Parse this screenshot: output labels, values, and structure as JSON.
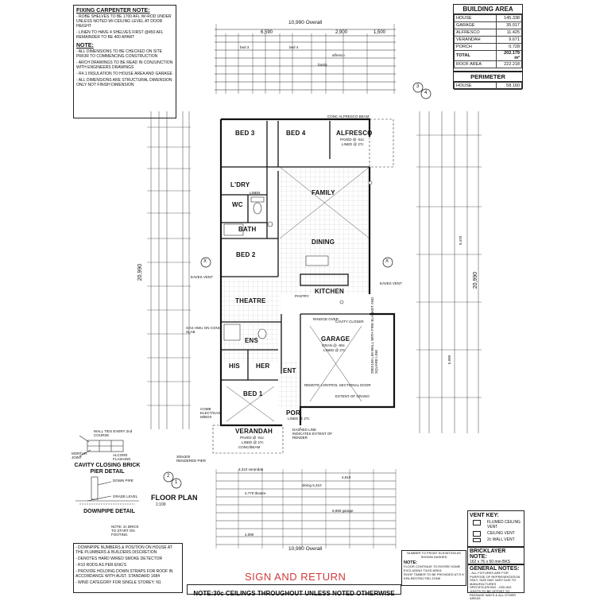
{
  "carpenter": {
    "title": "FIXING CARPENTER NOTE:",
    "items": [
      "- ROBE SHELVES TO BE 1700 AFL W/-ROD UNDER UNLESS NOTED W/-CEILING LEVEL AT DOOR HEIGHT",
      "- LINEN TO HAVE 4 SHELVES FIRST @450 AFL REMAINDER TO BE 400 APART"
    ]
  },
  "notes": {
    "title": "NOTE:",
    "items": [
      "- ALL DIMENSIONS TO BE CHECKED ON SITE PRIOR TO COMMENCING CONSTRUCTION",
      "- ARCH DRAWINGS TO BE READ IN CONJUNCTION WITH ENGINEERS DRAWINGS",
      "- R4.1 INSULATION TO HOUSE AREA AND GARAGE",
      "- ALL DIMENSIONS ARE STRUCTURAL DIMENSION ONLY NOT FINISH DIMENSION"
    ]
  },
  "building_area": {
    "title": "BUILDING AREA",
    "rows": [
      {
        "label": "HOUSE",
        "value": "145.338"
      },
      {
        "label": "GARAGE",
        "value": "35.017"
      },
      {
        "label": "ALFRESCO",
        "value": "11.425"
      },
      {
        "label": "VERANDAH",
        "value": "9.671"
      },
      {
        "label": "PORCH",
        "value": "0.728"
      },
      {
        "label": "TOTAL",
        "value": "202.179 m²"
      },
      {
        "label": "ROOF AREA",
        "value": "222.218"
      }
    ]
  },
  "perimeter": {
    "title": "PERIMETER",
    "label": "HOUSE",
    "value": "58.160"
  },
  "rooms": {
    "bed3": "BED 3",
    "bed4": "BED 4",
    "alfresco": "ALFRESCO",
    "ldry": "L'DRY",
    "wc": "WC",
    "bath": "BATH",
    "family": "FAMILY",
    "bed2": "BED 2",
    "dining": "DINING",
    "kitchen": "KITCHEN",
    "theatre": "THEATRE",
    "ens": "ENS",
    "his": "HIS",
    "her": "HER",
    "garage": "GARAGE",
    "ent": "ENT",
    "bed1": "BED 1",
    "por": "POR",
    "verandah": "VERANDAH"
  },
  "annotations": {
    "alfresco_paved": "PAVED @ -51c",
    "alfresco_lined": "LINED @ 27c",
    "conc_beam_top": "CONC ALFRESCO BEAM",
    "garage_gran": "GRAN @ -90c",
    "garage_lined": "LINED @ 27c",
    "verandah_paved": "PAVED @ -51c",
    "verandah_lined": "LINED @ 27c",
    "verandah_beam": "CONC/BEAM",
    "por_lined": "LINED @ 27c",
    "gas_hwu": "GAS HWU ON CONC SLAB",
    "remote_door": "REMOTE CONTROL SECTIONAL DOOR",
    "extent_grano": "EXTENT OF GRANO",
    "cavity_closer": "CAVITY CLOSER",
    "eaves_vent": "EAVES VENT",
    "linen": "LINEN",
    "pantry": "PANTRY",
    "rinood": "RINOOD OVER",
    "comb_elec": "COMB ELECT/GAS M/BOX",
    "dashed_line": "DASHED LINE INDICATES EXTENT OF RENDER",
    "rendered_pier": "300x300 RENDERED PIER",
    "retaining": "280X100 LIM WALL WITH FIRE BLANKET AND SQUARE LINE"
  },
  "dims": {
    "overall_top": "10,990",
    "overall_label": "Overall",
    "overall_left": "20,990",
    "overall_bottom": "10,990",
    "top_6590": "6,590",
    "top_2900": "2,900",
    "top_1500": "1,500",
    "bed3": "bed 3",
    "bed4": "bed 4",
    "alfresco_dim": "alfresco",
    "family_dim": "family",
    "dining_dim": "dining 5,310",
    "garage_dim": "5,990 garage",
    "bottom_4810": "4,810",
    "bottom_4090": "4,090",
    "bottom_4770": "4,770 theatre",
    "bottom_3310": "3,310 verandah",
    "right_5990": "5,990",
    "right_9470": "9,470",
    "right_20990": "20,990"
  },
  "labels": {
    "floor_plan": "FLOOR PLAN",
    "scale": "1:100",
    "cavity_title": "CAVITY CLOSING BRICK PIER DETAIL",
    "downpipe_title": "DOWNPIPE DETAIL",
    "sign_return": "SIGN AND RETURN",
    "ceiling_note": "NOTE:30c CEILINGS THROUGHOUT UNLESS NOTED OTHERWISE",
    "wall_ties": "WALL TIES EVERY 2nd COURSE",
    "mortar": "MORTAR JOINT",
    "alcore": "ALCORE FLASHING",
    "down_pipe": "DOWN PIPE",
    "grade_level": "GRADE LEVEL",
    "brick_note": "NOTE: 2c BRICK TO START ON FOOTING",
    "grid_1": "1",
    "grid_2": "2",
    "grid_3": "3",
    "grid_4": "4",
    "grid_x": "X"
  },
  "bottom_notes": [
    "- DOWNPIPE NUMBERS & POSITION ON HOUSE AT THE PLUMBERS & BUILDERS DISCRETION",
    "- DENOTES HARD WIRED SMOKE DETECTOR",
    "- R10 RODS AS PER ENG'S",
    "- PROVIDE HOLDING DOWN STRAPS FOR ROOF IN ACCORDANCE WITH AUST. STANDARD 1684",
    "- WIND CATEGORY FOR SINGLE STOREY: N1"
  ],
  "vent_key": {
    "title": "VENT KEY:",
    "items": [
      "FLUMED CEILING VENT",
      "CEILING VENT",
      "2c WALL VENT"
    ]
  },
  "bricklayer": {
    "title": "BRICKLAYER NOTE:",
    "text": "162 x 76 x 50 mm BKS BRICKS LAID 1/3 BOND"
  },
  "general": {
    "title": "GENERAL NOTES:",
    "text": "- ALL FIXTURES ARE FOR PURPOSE OF REPRESENTATION ONLY, SIZE MAY VARY DUE TO MANUFACTURES SPECIFICATIONS - CEILING JOISTS TO BE OFFSET TO PASSAGE WAYS & ALL OTHER AREAS"
  },
  "floor_note": {
    "title": "NOTE:",
    "text": "FLOOR CONTINUE TO ENTIRE HOME EXCLUDING TILED AREA",
    "roof_note": "ROOF TIMBER TO BE PROVIDED AT R 8 KPA RESTRICTED ZONE"
  },
  "number_note": "NUMBER TO FRONT ELEVATION AS SHOWN DASHED"
}
